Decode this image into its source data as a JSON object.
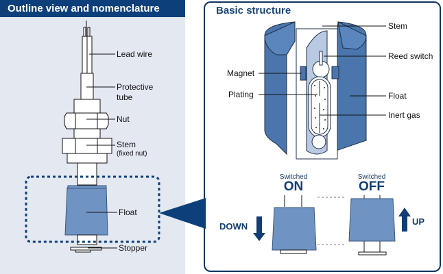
{
  "left_panel": {
    "title": "Outline view and nomenclature",
    "labels": {
      "lead_wire": "Lead wire",
      "protective_tube_line1": "Protective",
      "protective_tube_line2": "tube",
      "nut": "Nut",
      "stem": "Stem",
      "stem_note": "(fixed nut)",
      "float": "Float",
      "stopper": "Stopper"
    }
  },
  "right_panel": {
    "title": "Basic structure",
    "labels": {
      "stem": "Stem",
      "reed_switch": "Reed switch",
      "magnet": "Magnet",
      "plating": "Plating",
      "float": "Float",
      "inert_gas": "Inert gas"
    },
    "states": [
      {
        "caption": "Switched",
        "state": "ON",
        "direction": "DOWN"
      },
      {
        "caption": "Switched",
        "state": "OFF",
        "direction": "UP"
      }
    ]
  },
  "colors": {
    "header_bg": "#0d3f7a",
    "float_blue": "#6f94c4",
    "float_dark": "#4a76ad",
    "panel_bg": "#e3e8f1",
    "accent_navy": "#0d3361"
  }
}
